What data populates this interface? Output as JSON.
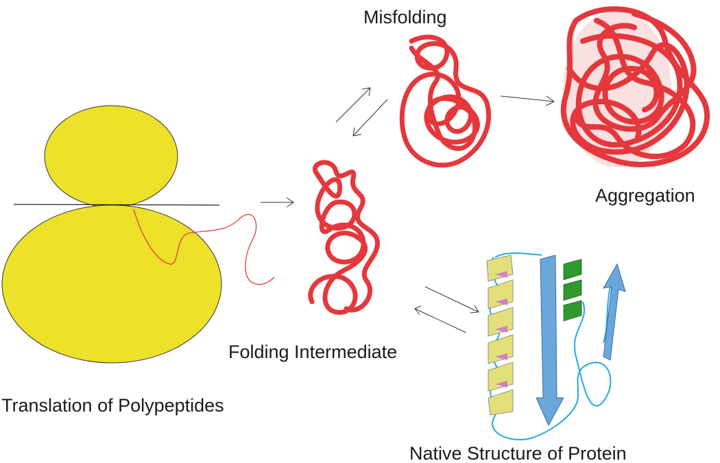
{
  "labels": {
    "misfolding": "Misfolding",
    "aggregation": "Aggregation",
    "folding_intermediate": "Folding Intermediate",
    "translation": "Translation of Polypeptides",
    "native": "Native Structure of Protein"
  },
  "colors": {
    "ribosome": "#ede12a",
    "polypeptide": "#e4383d",
    "helix_yellow": "#e2e07a",
    "helix_inner": "#d080c8",
    "helix_green": "#2e9a2e",
    "sheet_blue": "#6aa8dc",
    "loop": "#22aadd"
  }
}
